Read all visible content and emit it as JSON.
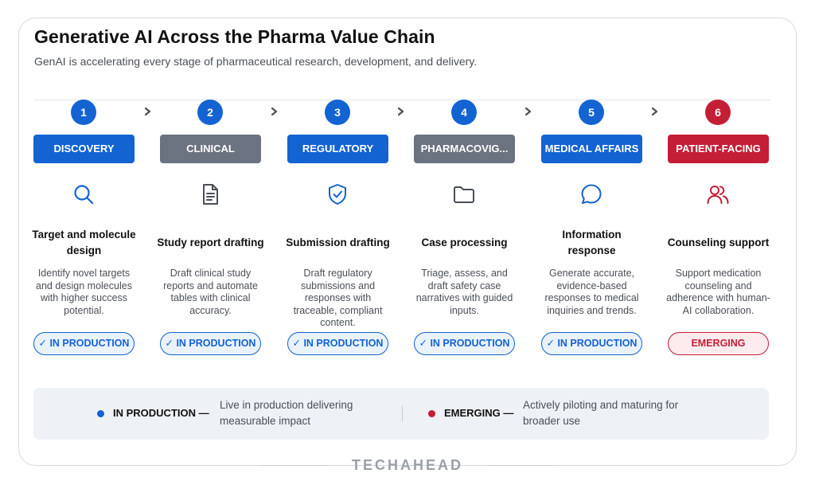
{
  "title": "Generative AI Across the Pharma Value Chain",
  "subtitle": "GenAI is accelerating every stage of pharmaceutical research, development, and delivery.",
  "colors": {
    "production": "#1363d3",
    "emerging": "#c41e36",
    "neutral": "#6b7280"
  },
  "stages": [
    {
      "number": "1",
      "label": "DISCOVERY",
      "icon": "search-icon",
      "headline": "Target and molecule design",
      "description": "Identify novel targets and design molecules with higher success potential.",
      "status": "✓ IN PRODUCTION"
    },
    {
      "number": "2",
      "label": "CLINICAL",
      "icon": "document-icon",
      "headline": "Study report drafting",
      "description": "Draft clinical study reports and automate tables with clinical accuracy.",
      "status": "✓ IN PRODUCTION"
    },
    {
      "number": "3",
      "label": "REGULATORY",
      "icon": "shield-check-icon",
      "headline": "Submission drafting",
      "description": "Draft regulatory submissions and responses with traceable, compliant content.",
      "status": "✓ IN PRODUCTION"
    },
    {
      "number": "4",
      "label": "PHARMACOVIG...",
      "icon": "folder-icon",
      "headline": "Case processing",
      "description": "Triage, assess, and draft safety case narratives with guided inputs.",
      "status": "✓ IN PRODUCTION"
    },
    {
      "number": "5",
      "label": "MEDICAL AFFAIRS",
      "icon": "chat-bubble-icon",
      "headline": "Information response",
      "description": "Generate accurate, evidence-based responses to medical inquiries and trends.",
      "status": "✓ IN PRODUCTION"
    },
    {
      "number": "6",
      "label": "PATIENT-FACING",
      "icon": "users-icon",
      "headline": "Counseling support",
      "description": "Support medication counseling and adherence with human-AI collaboration.",
      "status": "EMERGING"
    }
  ],
  "legend": {
    "production": {
      "key": "IN PRODUCTION —",
      "text": "Live in production delivering measurable impact"
    },
    "emerging": {
      "key": "EMERGING —",
      "text": "Actively piloting and maturing for broader use"
    }
  },
  "brand": "TECHAHEAD"
}
